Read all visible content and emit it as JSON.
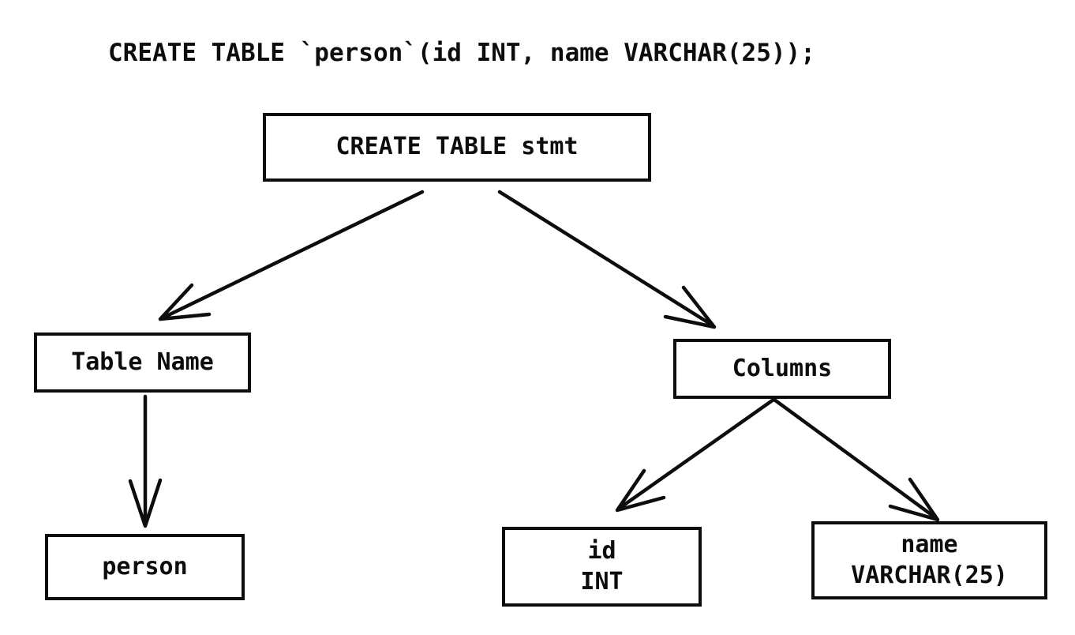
{
  "colors": {
    "line": "#0d0d0d",
    "background": "#ffffff"
  },
  "sql_statement": "CREATE TABLE `person`(id INT, name VARCHAR(25));",
  "tree": {
    "root": {
      "label": "CREATE TABLE stmt"
    },
    "table_name": {
      "label": "Table Name"
    },
    "columns": {
      "label": "Columns"
    },
    "person": {
      "label": "person"
    },
    "id_column": {
      "line1": "id",
      "line2": "INT"
    },
    "name_column": {
      "line1": "name",
      "line2": "VARCHAR(25)"
    }
  },
  "edges": [
    {
      "from": "CREATE TABLE stmt",
      "to": "Table Name"
    },
    {
      "from": "CREATE TABLE stmt",
      "to": "Columns"
    },
    {
      "from": "Table Name",
      "to": "person"
    },
    {
      "from": "Columns",
      "to": "id INT"
    },
    {
      "from": "Columns",
      "to": "name VARCHAR(25)"
    }
  ]
}
